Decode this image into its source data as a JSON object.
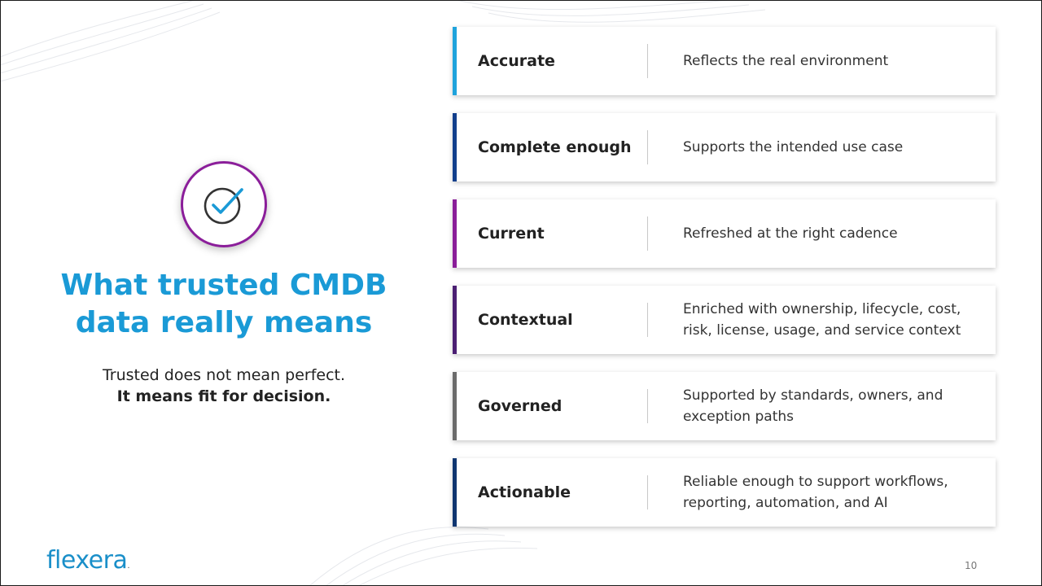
{
  "slide": {
    "title_line1": "What trusted CMDB",
    "title_line2": "data really means",
    "subtitle_line1": "Trusted does not mean perfect.",
    "subtitle_line2": "It means fit for decision.",
    "logo": "flexera",
    "page_number": "10",
    "icon": "checkmark-circle-icon",
    "title_color": "#1a9ad6",
    "circle_color": "#8b1e9a"
  },
  "cards": [
    {
      "label": "Accurate",
      "desc_line1": "Reflects the real environment",
      "desc_line2": "",
      "accent": "#1fa3dc"
    },
    {
      "label": "Complete enough",
      "desc_line1": "Supports the intended use case",
      "desc_line2": "",
      "accent": "#123f8c"
    },
    {
      "label": "Current",
      "desc_line1": "Refreshed at the right cadence",
      "desc_line2": "",
      "accent": "#8a1e99"
    },
    {
      "label": "Contextual",
      "desc_line1": "Enriched with ownership, lifecycle, cost,",
      "desc_line2": "risk, license, usage, and service context",
      "accent": "#4b1f73"
    },
    {
      "label": "Governed",
      "desc_line1": "Supported by standards, owners, and",
      "desc_line2": "exception paths",
      "accent": "#6b6b6b"
    },
    {
      "label": "Actionable",
      "desc_line1": "Reliable enough to support workflows,",
      "desc_line2": "reporting, automation, and AI",
      "accent": "#0f3570"
    }
  ]
}
